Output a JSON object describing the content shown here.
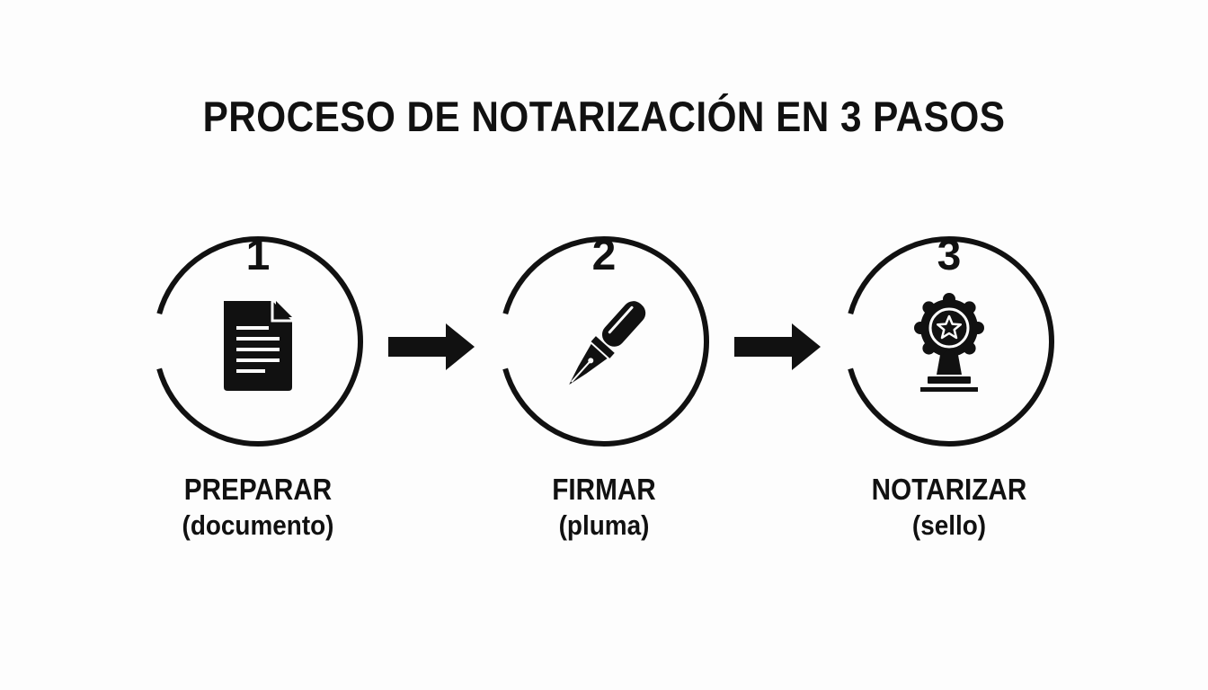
{
  "title": "PROCESO DE NOTARIZACIÓN EN 3 PASOS",
  "steps": [
    {
      "number": "1",
      "label": "PREPARAR",
      "sublabel": "(documento)",
      "icon": "document-icon"
    },
    {
      "number": "2",
      "label": "FIRMAR",
      "sublabel": "(pluma)",
      "icon": "fountain-pen-icon"
    },
    {
      "number": "3",
      "label": "NOTARIZAR",
      "sublabel": "(sello)",
      "icon": "notary-seal-icon"
    }
  ],
  "connectors": [
    {
      "icon": "right-arrow-icon"
    },
    {
      "icon": "right-arrow-icon"
    }
  ],
  "colors": {
    "foreground": "#111111",
    "background": "#fdfdfd"
  }
}
